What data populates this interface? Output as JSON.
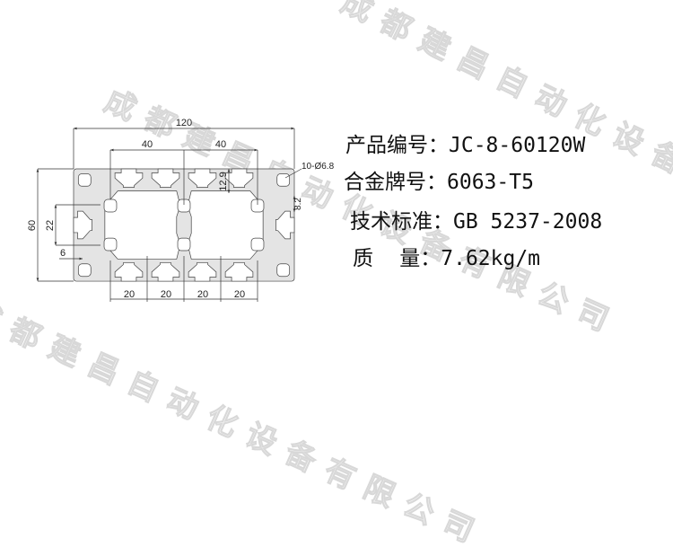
{
  "watermark": "成都建昌自动化设备有限公司",
  "drawing": {
    "dimensions": {
      "overall_width": "120",
      "pitch_left": "40",
      "pitch_right": "40",
      "height": "60",
      "side_slot": "22",
      "wall": "6",
      "slot_depth": "12.9",
      "slot_opening": "8.2",
      "holes": "10-Ø6.8",
      "bottom_pitch": [
        "20",
        "20",
        "20",
        "20"
      ]
    }
  },
  "specs": [
    {
      "label": "产品编号：",
      "value": "JC-8-60120W"
    },
    {
      "label": "合金牌号：",
      "value": "6063-T5"
    },
    {
      "label": "技术标准：",
      "value": "GB 5237-2008"
    },
    {
      "label": "质    量：",
      "value": "7.62kg/m"
    }
  ],
  "colors": {
    "profile_fill": "#e4e4e4",
    "outline": "#333333"
  }
}
